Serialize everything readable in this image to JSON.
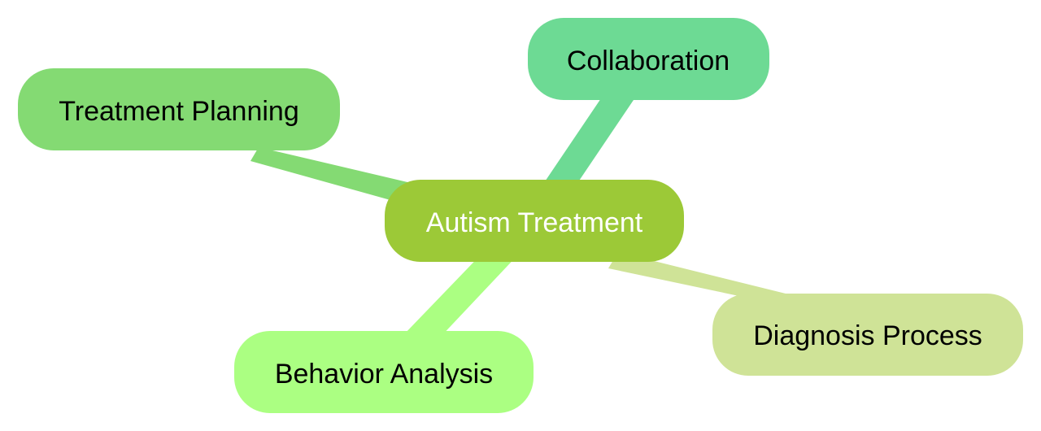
{
  "root": {
    "label": "Autism Treatment",
    "color": "#9cc937",
    "text_color": "#ffffff"
  },
  "branches": [
    {
      "key": "treatment-planning",
      "label": "Treatment Planning",
      "color": "#84da73",
      "edge_color": "#84da73",
      "text_color": "#000000"
    },
    {
      "key": "collaboration",
      "label": "Collaboration",
      "color": "#6dda94",
      "edge_color": "#6dda94",
      "text_color": "#000000"
    },
    {
      "key": "diagnosis-process",
      "label": "Diagnosis Process",
      "color": "#cfe397",
      "edge_color": "#cfe397",
      "text_color": "#000000"
    },
    {
      "key": "behavior-analysis",
      "label": "Behavior Analysis",
      "color": "#abff82",
      "edge_color": "#abff82",
      "text_color": "#000000"
    }
  ]
}
